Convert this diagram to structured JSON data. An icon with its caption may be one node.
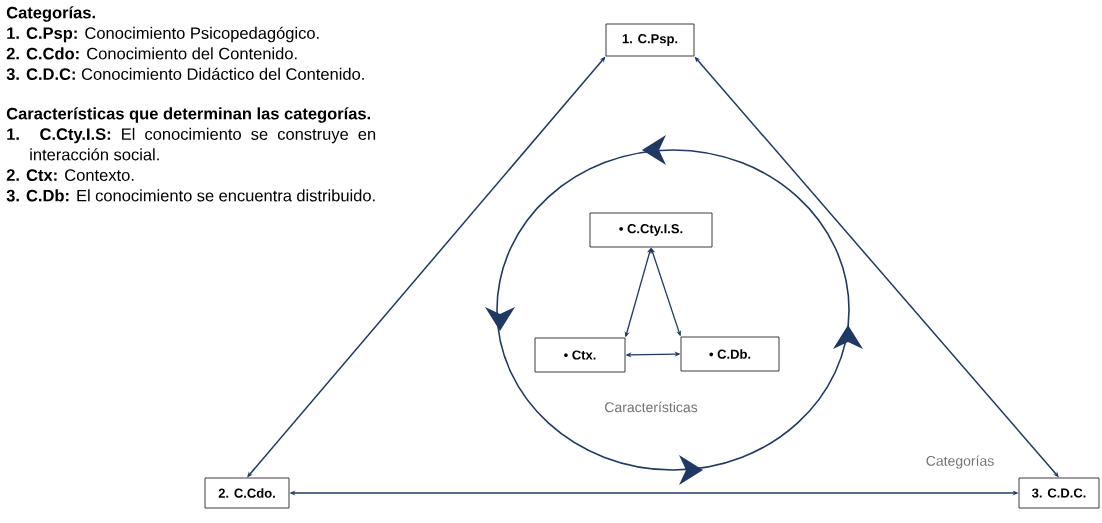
{
  "diagram": {
    "nodes": [
      {
        "text": [
          "1. C.Psp."
        ]
      },
      {
        "text": [
          "2. C.Cdo."
        ]
      },
      {
        "text": [
          "3. C.D.C."
        ]
      },
      {
        "text": [
          "• C.Cty.I.S."
        ]
      },
      {
        "text": [
          "• Ctx."
        ]
      },
      {
        "text": [
          "• C.Db."
        ]
      }
    ],
    "edges": [
      {
        "from": 0,
        "to": 1,
        "arrow": "both"
      },
      {
        "from": 0,
        "to": 2,
        "arrow": "both"
      },
      {
        "from": 1,
        "to": 2,
        "arrow": "both"
      },
      {
        "from": 3,
        "to": 4,
        "arrow": "both"
      },
      {
        "from": 3,
        "to": 5,
        "arrow": "both"
      },
      {
        "from": 4,
        "to": 5,
        "arrow": "both"
      }
    ],
    "labels": [
      "Categorías.",
      "**1. C.Psp:** Conocimiento Psicopedagógico.",
      "**2. C.Cdo:** Conocimiento del Contenido.",
      "**3. C.D.C:** Conocimiento Didáctico del Contenido.",
      "Características que determinan las categorías.",
      "**1. C.Cty.I.S:** El conocimiento se construye en interacción social.",
      "**2. Ctx:** Contexto.",
      "**3. C.Db:** El conocimiento se encuentra distribuido.",
      "Características",
      "Categorías"
    ]
  }
}
